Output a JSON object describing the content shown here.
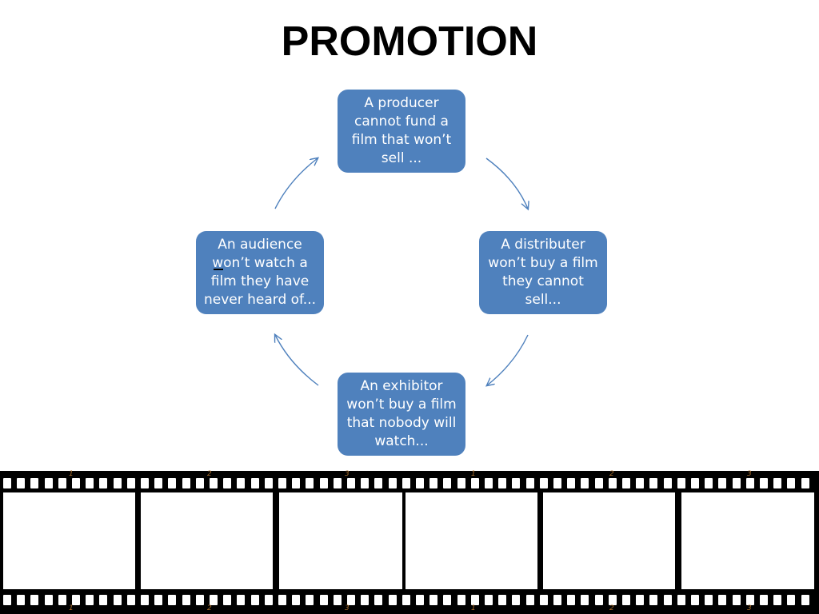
{
  "slide": {
    "title": "PROMOTION"
  },
  "diagram": {
    "type": "cycle",
    "node_color": "#4f81bd",
    "arrow_color": "#4f81bd",
    "nodes": [
      {
        "id": "producer",
        "lines": [
          "A producer",
          "cannot fund a",
          "film that won’t",
          "sell ..."
        ]
      },
      {
        "id": "distributer",
        "lines": [
          "A distributer",
          "won’t buy a film",
          "they cannot",
          "sell..."
        ]
      },
      {
        "id": "exhibitor",
        "lines": [
          "An exhibitor",
          "won’t buy a film",
          "that nobody will",
          "watch..."
        ]
      },
      {
        "id": "audience",
        "lines": [
          "An audience",
          "won’t watch a",
          "film they have",
          "never heard of..."
        ]
      }
    ]
  },
  "filmstrip": {
    "frame_numbers_top": [
      "1",
      "2",
      "3",
      "1",
      "2",
      "3"
    ],
    "frame_numbers_bottom": [
      "1",
      "2",
      "3",
      "1",
      "2",
      "3"
    ]
  }
}
